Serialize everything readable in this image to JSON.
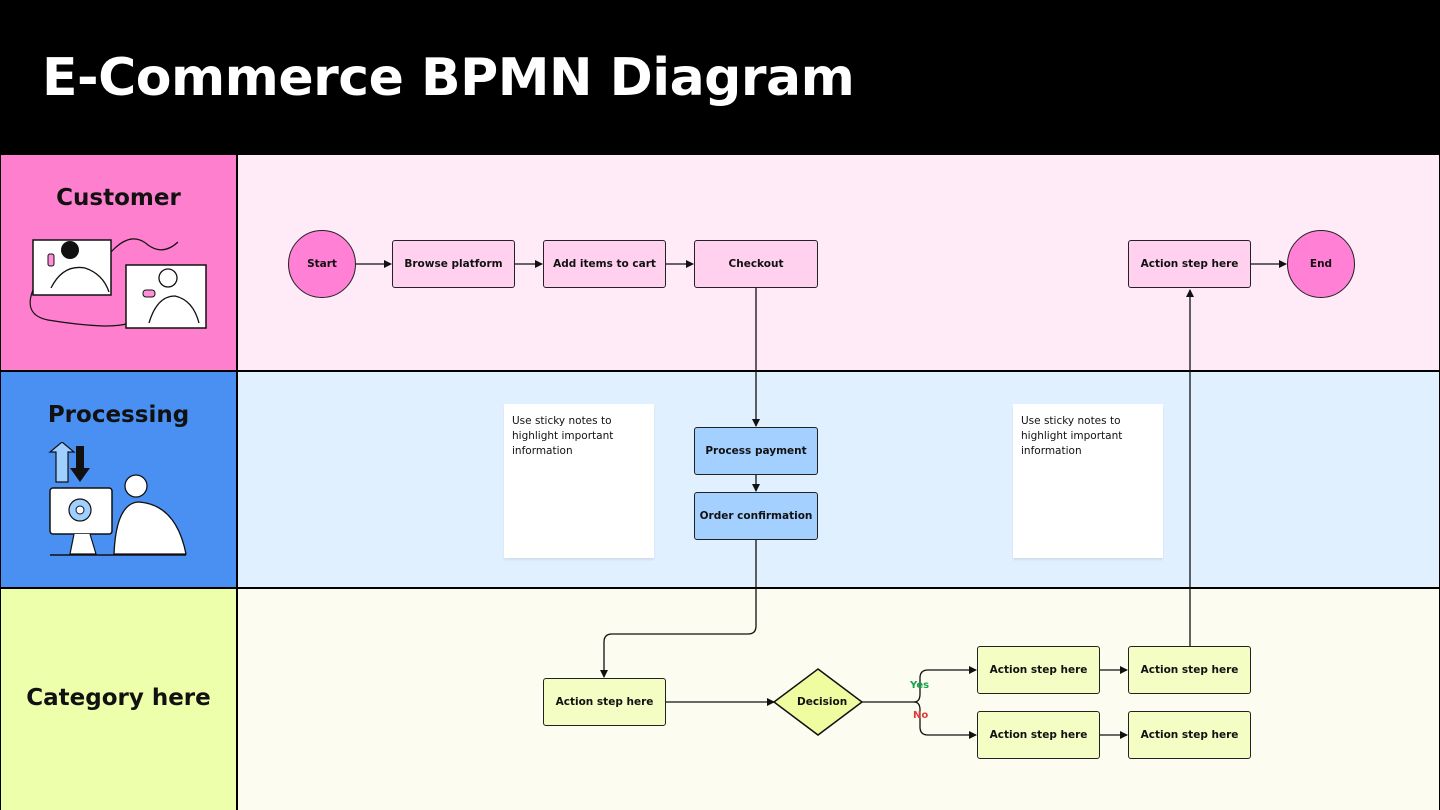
{
  "title": "E-Commerce BPMN Diagram",
  "colors": {
    "customer_lane_label": "#ff7fcf",
    "customer_lane_body": "#ffeaf7",
    "processing_lane_label": "#4a8ff2",
    "processing_lane_body": "#e1f0ff",
    "category_lane_label": "#eeffab",
    "category_lane_body": "#fcfdf0",
    "event_circle": "#ff80d4",
    "yes_color": "#17a34a",
    "no_color": "#dc3b3b"
  },
  "lanes": [
    {
      "label": "Customer",
      "illustration": "two-people-on-phone-illustration"
    },
    {
      "label": "Processing",
      "illustration": "person-at-computer-illustration"
    },
    {
      "label": "Category here",
      "illustration": ""
    }
  ],
  "customer": {
    "start": "Start",
    "browse": "Browse platform",
    "add_to_cart": "Add items to cart",
    "checkout": "Checkout",
    "action": "Action step here",
    "end": "End"
  },
  "processing": {
    "process_payment": "Process payment",
    "order_confirmation": "Order confirmation",
    "sticky_1": "Use sticky notes to highlight important information",
    "sticky_2": "Use sticky notes to highlight important information"
  },
  "category": {
    "action_main": "Action step here",
    "decision": "Decision",
    "yes_label": "Yes",
    "no_label": "No",
    "yes_action_1": "Action step here",
    "yes_action_2": "Action step here",
    "no_action_1": "Action step here",
    "no_action_2": "Action step here"
  }
}
